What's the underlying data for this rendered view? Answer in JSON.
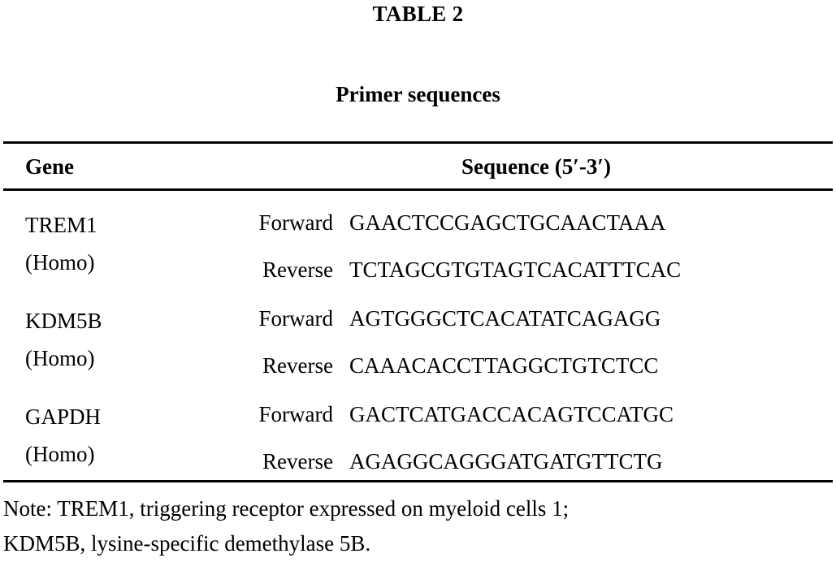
{
  "table": {
    "label": "TABLE 2",
    "caption": "Primer sequences",
    "columns": {
      "gene": "Gene",
      "sequence": "Sequence (5′-3′)"
    },
    "rows": [
      {
        "gene": "TREM1",
        "organism": "(Homo)",
        "forward_label": "Forward",
        "forward_sequence": "GAACTCCGAGCTGCAACTAAA",
        "reverse_label": "Reverse",
        "reverse_sequence": "TCTAGCGTGTAGTCACATTTCAC"
      },
      {
        "gene": "KDM5B",
        "organism": "(Homo)",
        "forward_label": "Forward",
        "forward_sequence": "AGTGGGCTCACATATCAGAGG",
        "reverse_label": "Reverse",
        "reverse_sequence": "CAAACACCTTAGGCTGTCTCC"
      },
      {
        "gene": "GAPDH",
        "organism": "(Homo)",
        "forward_label": "Forward",
        "forward_sequence": "GACTCATGACCACAGTCCATGC",
        "reverse_label": "Reverse",
        "reverse_sequence": "AGAGGCAGGGATGATGTTCTG"
      }
    ],
    "note_line_1": "Note: TREM1, triggering receptor expressed on myeloid cells 1;",
    "note_line_2": "KDM5B, lysine-specific demethylase 5B."
  }
}
